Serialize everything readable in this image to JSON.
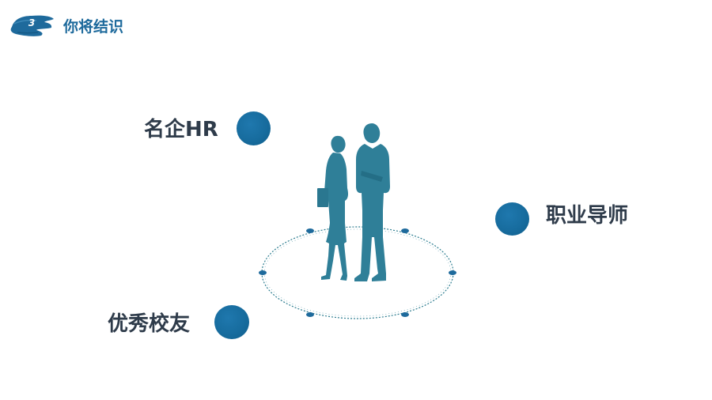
{
  "header": {
    "number": "3",
    "title": "你将结识"
  },
  "items": [
    {
      "label": "名企HR"
    },
    {
      "label": "职业导师"
    },
    {
      "label": "优秀校友"
    }
  ],
  "colors": {
    "accent": "#176c9e",
    "text": "#2e3b4a",
    "title": "#1e6a9c",
    "figure": "#2f7f98"
  }
}
